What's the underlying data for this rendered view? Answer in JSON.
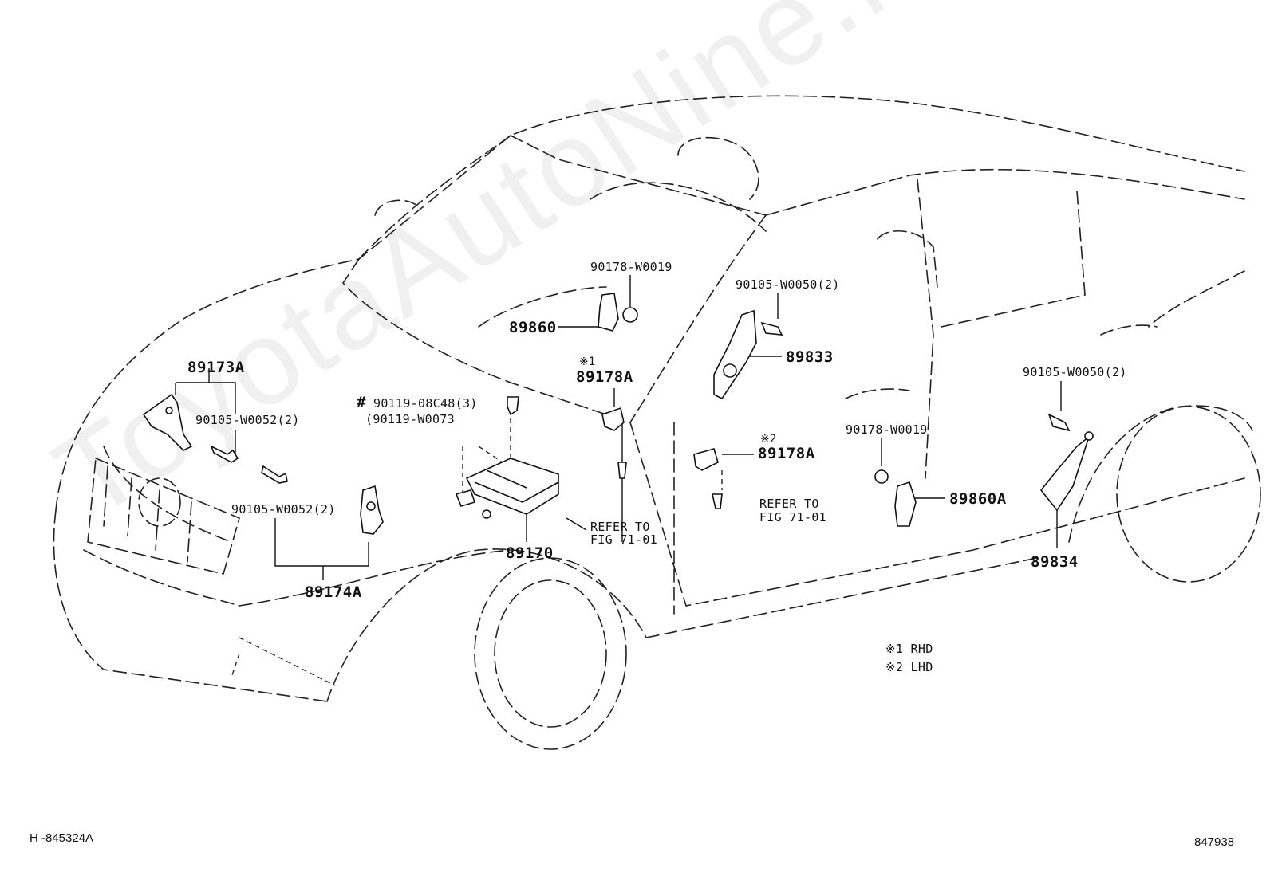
{
  "watermark": "ToyotaAutoNine.ru",
  "codes": {
    "left": "H -845324A",
    "right": "847938"
  },
  "notes": {
    "n1": "※1 RHD",
    "n2": "※2 LHD"
  },
  "labels": {
    "p89173A": "89173A",
    "p90105_w0052_a": "90105-W0052(2)",
    "p90105_w0052_b": "90105-W0052(2)",
    "p89174A": "89174A",
    "p90119_08c48": "90119-08C48(3)",
    "p90119_w0073": "(90119-W0073",
    "hash": "#",
    "p89170": "89170",
    "refer1_a": "REFER TO",
    "refer1_b": "FIG 71-01",
    "p90178_w0019_a": "90178-W0019",
    "p89860": "89860",
    "mark1": "※1",
    "p89178A_a": "89178A",
    "p90105_w0050_a": "90105-W0050(2)",
    "p89833": "89833",
    "mark2": "※2",
    "p89178A_b": "89178A",
    "refer2_a": "REFER TO",
    "refer2_b": "FIG 71-01",
    "p90178_w0019_b": "90178-W0019",
    "p89860A": "89860A",
    "p90105_w0050_b": "90105-W0050(2)",
    "p89834": "89834"
  }
}
